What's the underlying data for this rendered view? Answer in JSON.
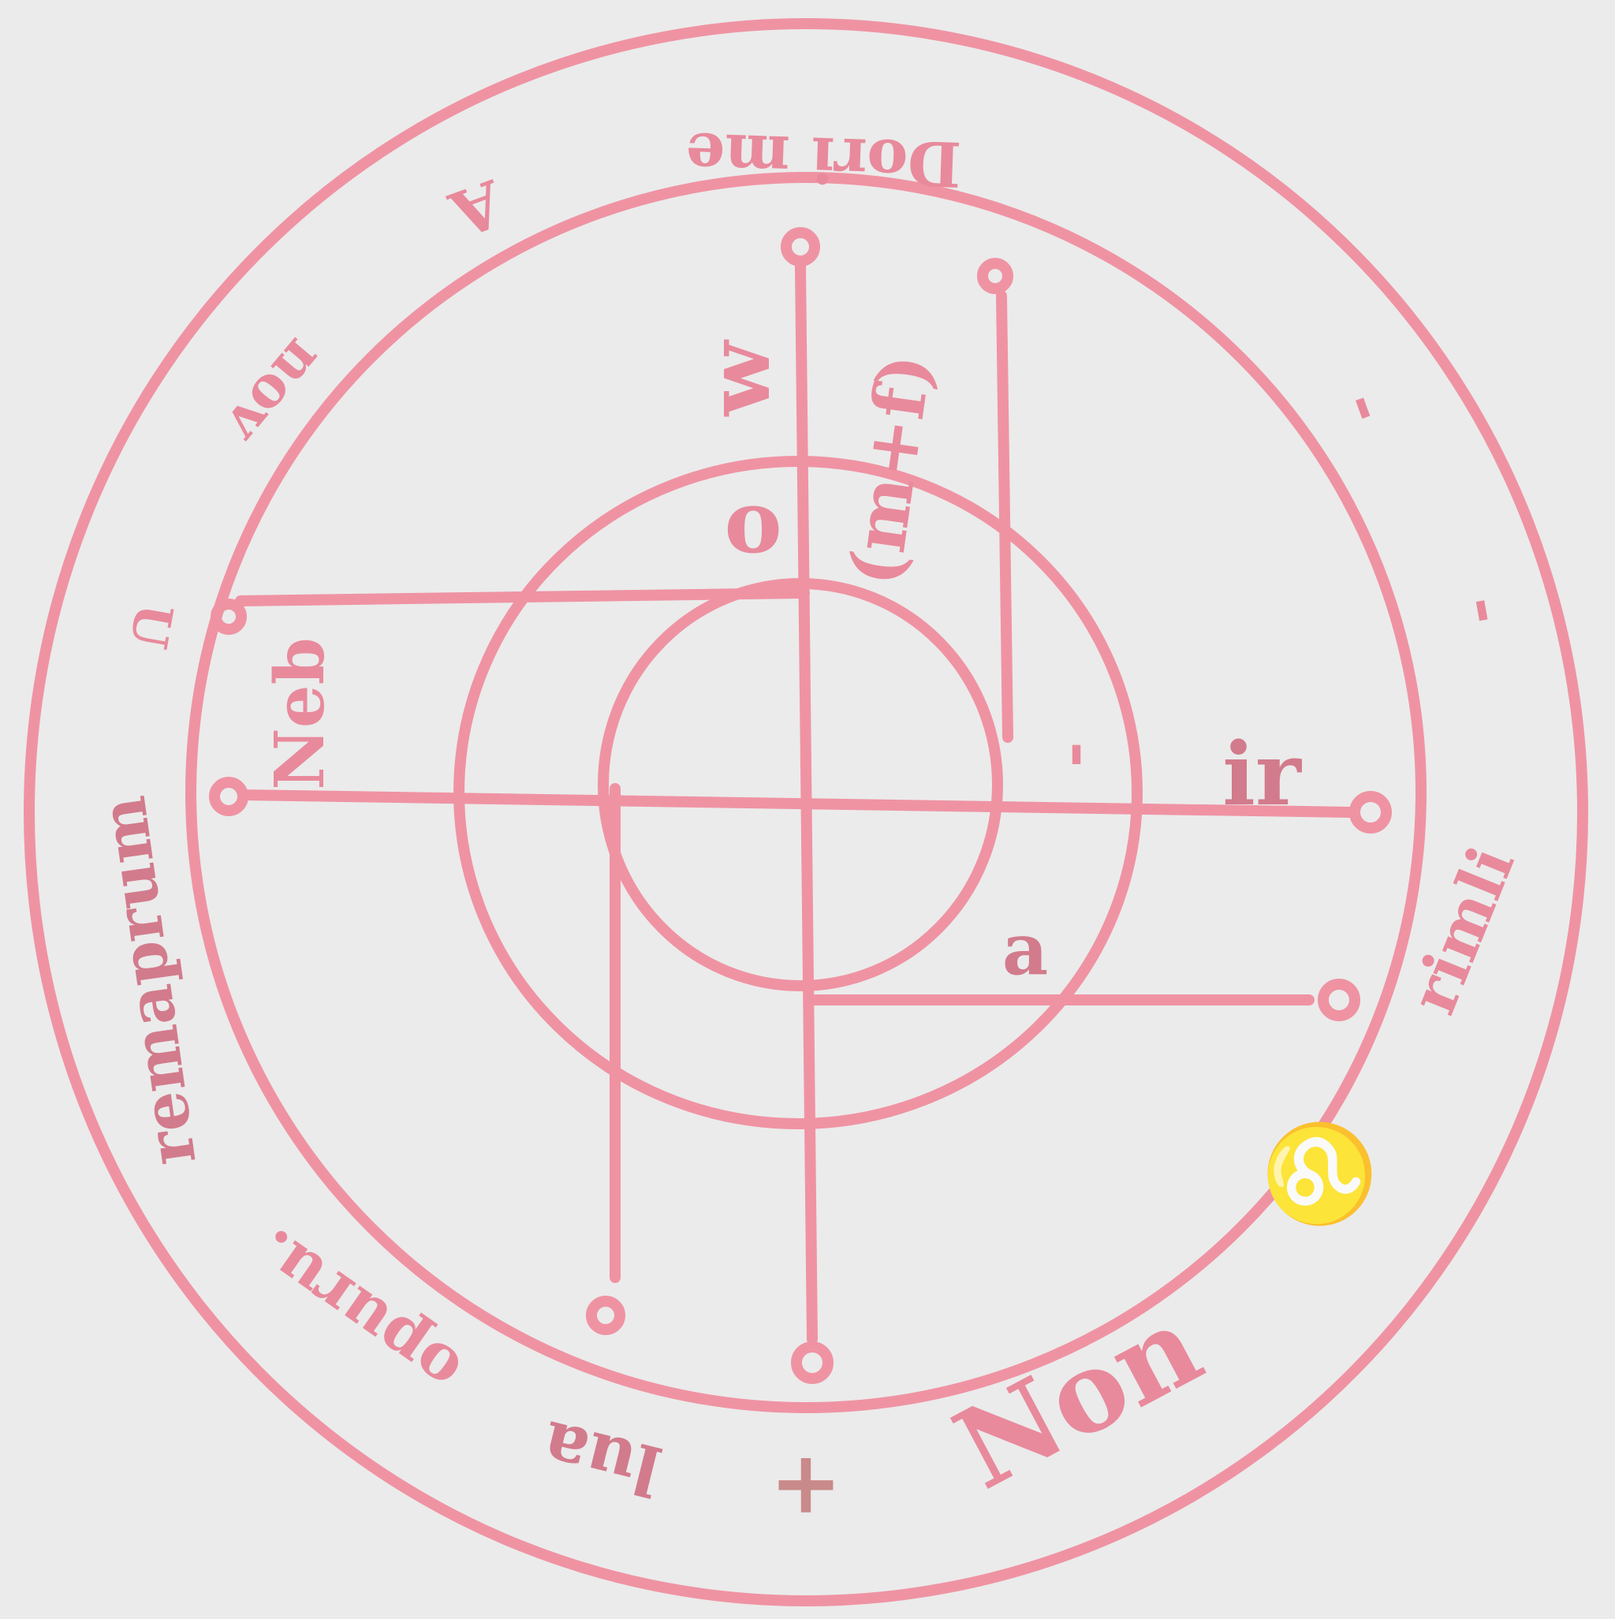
{
  "colors": {
    "background": "#ebebeb",
    "ink": "#ef93a3",
    "ink_dark": "#d27b8c"
  },
  "border_words": [
    {
      "id": "dorime",
      "text": "Dori me",
      "rotated": true
    },
    {
      "id": "a-top",
      "text": "A",
      "rotated": true
    },
    {
      "id": "nov",
      "text": "nov",
      "rotated": true
    },
    {
      "id": "u",
      "text": "U",
      "rotated": true
    },
    {
      "id": "dash-upper",
      "text": "-",
      "rotated": false
    },
    {
      "id": "dash-lower",
      "text": "-",
      "rotated": false
    },
    {
      "id": "rimli",
      "text": "rimli",
      "rotated": false
    },
    {
      "id": "leo-sign",
      "text": "♌",
      "rotated": false
    },
    {
      "id": "non",
      "text": "Non",
      "rotated": false
    },
    {
      "id": "cross",
      "text": "+",
      "rotated": false
    },
    {
      "id": "lua",
      "text": "lua",
      "rotated": true
    },
    {
      "id": "opuru",
      "text": "opuru.",
      "rotated": true
    },
    {
      "id": "remaprum",
      "text": "remaprum",
      "rotated": true
    }
  ],
  "inner_words": [
    {
      "id": "sigil-w",
      "text": "w"
    },
    {
      "id": "mtf",
      "text": "(m+f)"
    },
    {
      "id": "o-inner",
      "text": "o"
    },
    {
      "id": "neb",
      "text": "Neb"
    },
    {
      "id": "ir",
      "text": "ir"
    },
    {
      "id": "tick",
      "text": "'"
    },
    {
      "id": "a-inner",
      "text": "a"
    }
  ]
}
